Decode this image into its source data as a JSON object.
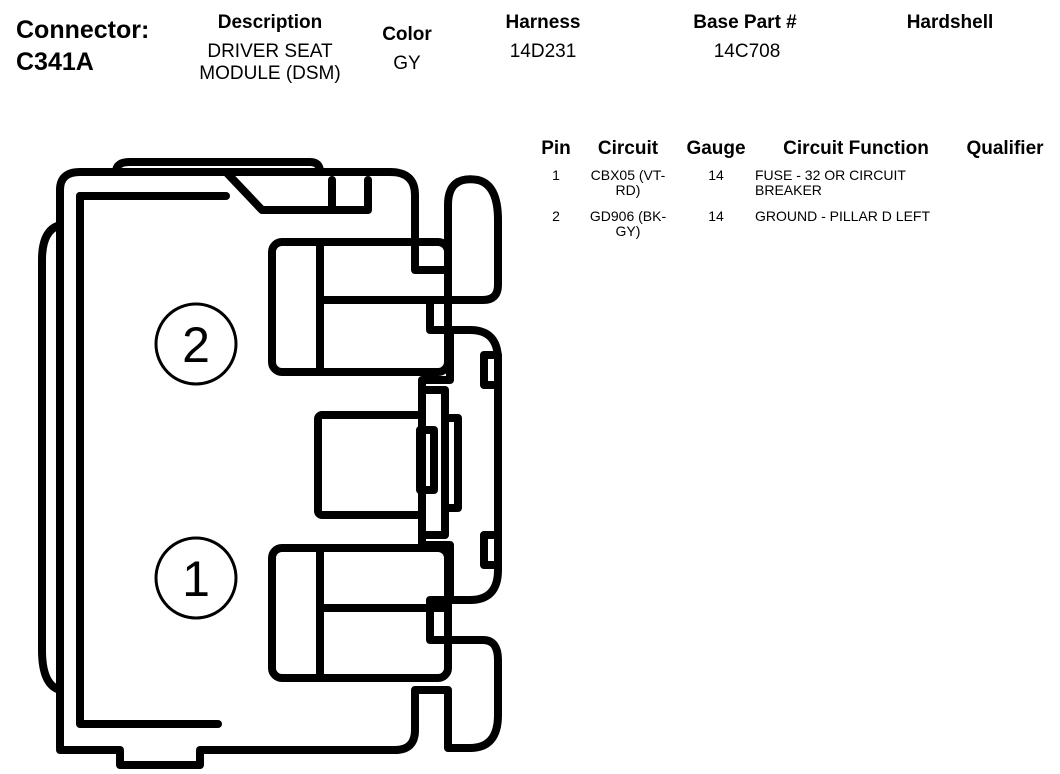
{
  "connector": {
    "label": "Connector:",
    "id": "C341A"
  },
  "header": {
    "description_label": "Description",
    "description_lines": [
      "DRIVER SEAT",
      "MODULE (DSM)"
    ],
    "color_label": "Color",
    "color_value": "GY",
    "harness_label": "Harness",
    "harness_value": "14D231",
    "base_part_label": "Base Part #",
    "base_part_value": "14C708",
    "hardshell_label": "Hardshell"
  },
  "pin_table": {
    "columns": [
      "Pin",
      "Circuit",
      "Gauge",
      "Circuit Function",
      "Qualifier"
    ],
    "rows": [
      {
        "pin": "1",
        "circuit_lines": [
          "CBX05 (VT-",
          "RD)"
        ],
        "gauge": "14",
        "function_lines": [
          "FUSE - 32 OR CIRCUIT",
          "BREAKER"
        ],
        "qualifier": ""
      },
      {
        "pin": "2",
        "circuit_lines": [
          "GD906 (BK-",
          "GY)"
        ],
        "gauge": "14",
        "function_lines": [
          "GROUND - PILLAR D LEFT"
        ],
        "qualifier": ""
      }
    ]
  },
  "diagram": {
    "pin_labels": [
      "2",
      "1"
    ]
  }
}
